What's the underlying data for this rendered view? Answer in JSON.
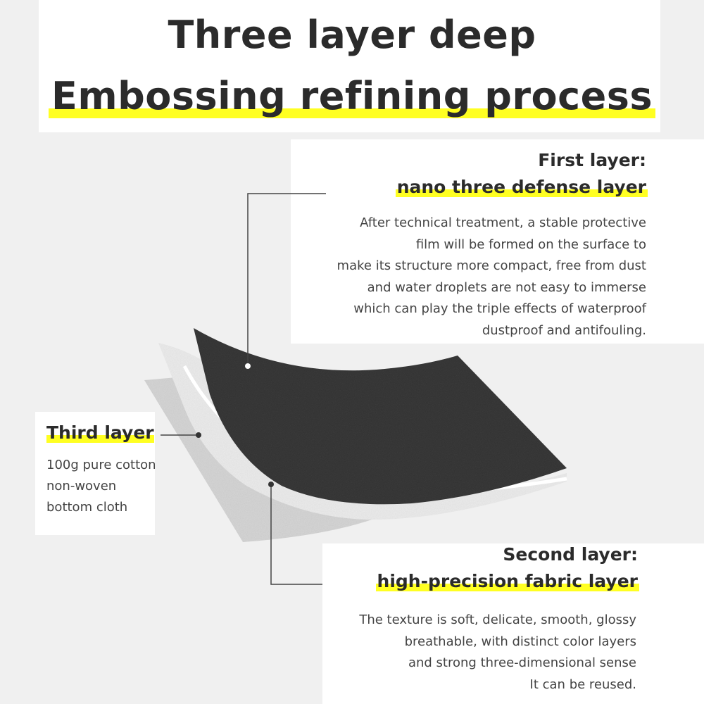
{
  "title": {
    "line1": "Three layer deep",
    "line2": "Embossing refining process"
  },
  "first_layer": {
    "heading": "First layer:",
    "subheading": "nano three defense layer",
    "lines": [
      "After technical treatment, a stable protective",
      "film will be formed on the surface to",
      "make its structure more compact, free from dust",
      "and water droplets are not easy to immerse",
      "which can play the triple effects of waterproof",
      "dustproof and antifouling."
    ]
  },
  "third_layer": {
    "heading": "Third layer",
    "lines": [
      "100g pure cotton",
      "non-woven",
      "bottom cloth"
    ]
  },
  "second_layer": {
    "heading": "Second layer:",
    "subheading": "high-precision fabric layer",
    "lines": [
      "The texture is soft, delicate, smooth, glossy",
      "breathable, with distinct color layers",
      "and strong three-dimensional sense",
      "It can be reused."
    ]
  },
  "colors": {
    "highlight": "#ffff22",
    "first_layer_fabric": "#3a3a3a",
    "second_layer_fabric": "#e6e6e6",
    "third_layer_fabric": "#d4d4d4"
  }
}
